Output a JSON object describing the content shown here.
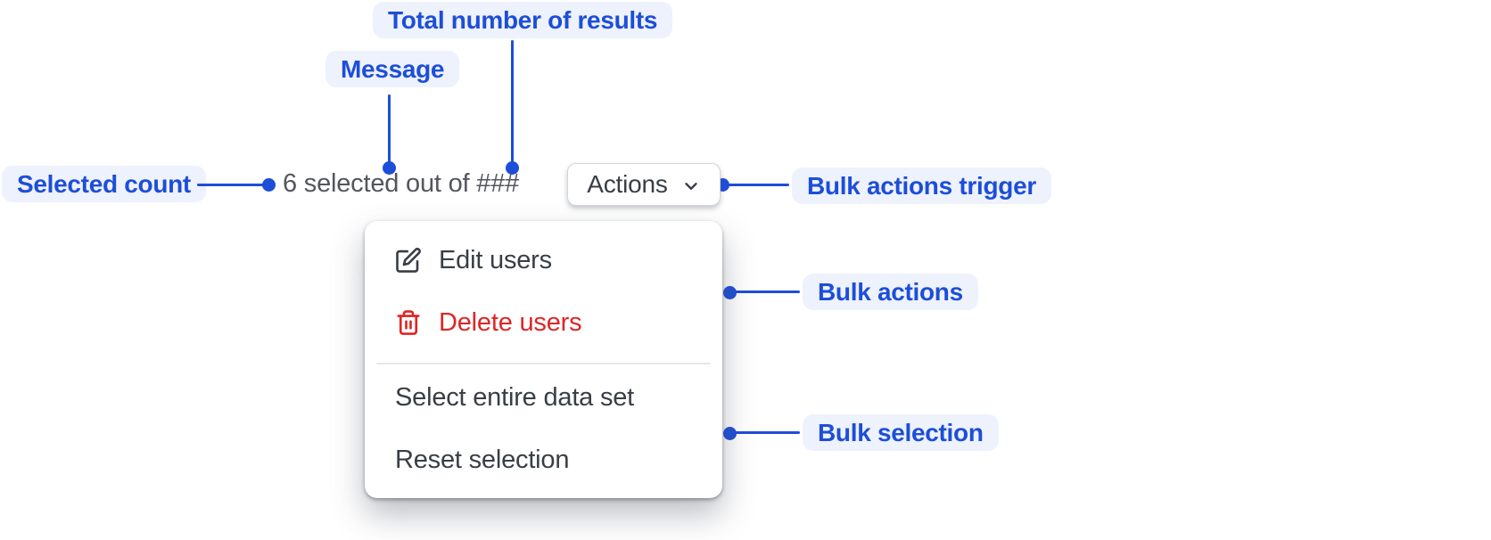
{
  "colors": {
    "accent_blue": "#1d4ed8",
    "label_background": "#edf2fd",
    "danger_red": "#dc2626",
    "text_dark": "#393e46",
    "text_muted": "#54565c"
  },
  "annotations": {
    "total_results": {
      "label": "Total number of results"
    },
    "message": {
      "label": "Message"
    },
    "selected_count": {
      "label": "Selected count"
    },
    "bulk_actions_trigger": {
      "label": "Bulk actions trigger"
    },
    "bulk_actions": {
      "label": "Bulk actions"
    },
    "bulk_selection": {
      "label": "Bulk selection"
    }
  },
  "toolbar": {
    "selection_message": "6 selected out of ###",
    "selected_count_value": "6",
    "total_results_placeholder": "###",
    "actions_button_label": "Actions"
  },
  "menu": {
    "items": [
      {
        "label": "Edit users",
        "icon": "edit-icon",
        "danger": false
      },
      {
        "label": "Delete users",
        "icon": "trash-icon",
        "danger": true
      },
      {
        "label": "Select entire data set",
        "icon": null,
        "danger": false
      },
      {
        "label": "Reset selection",
        "icon": null,
        "danger": false
      }
    ]
  }
}
